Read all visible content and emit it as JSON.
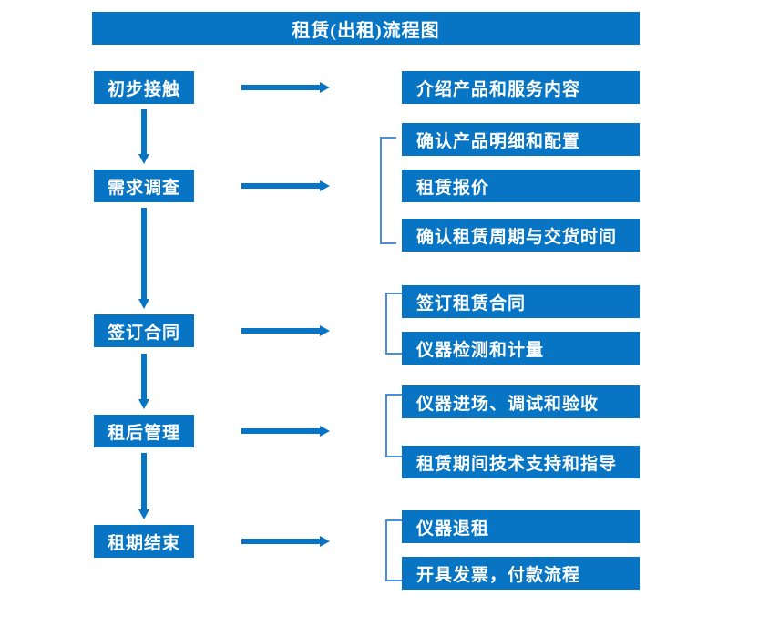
{
  "title": "租赁(出租)流程图",
  "colors": {
    "box_fill": "#0775c4",
    "box_text": "#ffffff",
    "arrow": "#0775c4",
    "bracket": "#4a90d9",
    "background": "#ffffff"
  },
  "stages": [
    {
      "label": "初步接触"
    },
    {
      "label": "需求调查"
    },
    {
      "label": "签订合同"
    },
    {
      "label": "租后管理"
    },
    {
      "label": "租期结束"
    }
  ],
  "details": [
    {
      "label": "介绍产品和服务内容"
    },
    {
      "label": "确认产品明细和配置"
    },
    {
      "label": "租赁报价"
    },
    {
      "label": "确认租赁周期与交货时间"
    },
    {
      "label": "签订租赁合同"
    },
    {
      "label": "仪器检测和计量"
    },
    {
      "label": "仪器进场、调试和验收"
    },
    {
      "label": "租赁期间技术支持和指导"
    },
    {
      "label": "仪器退租"
    },
    {
      "label": "开具发票，付款流程"
    }
  ],
  "connectors": {
    "vertical_arrows": 4,
    "horizontal_arrows": 5,
    "brackets": 4
  }
}
